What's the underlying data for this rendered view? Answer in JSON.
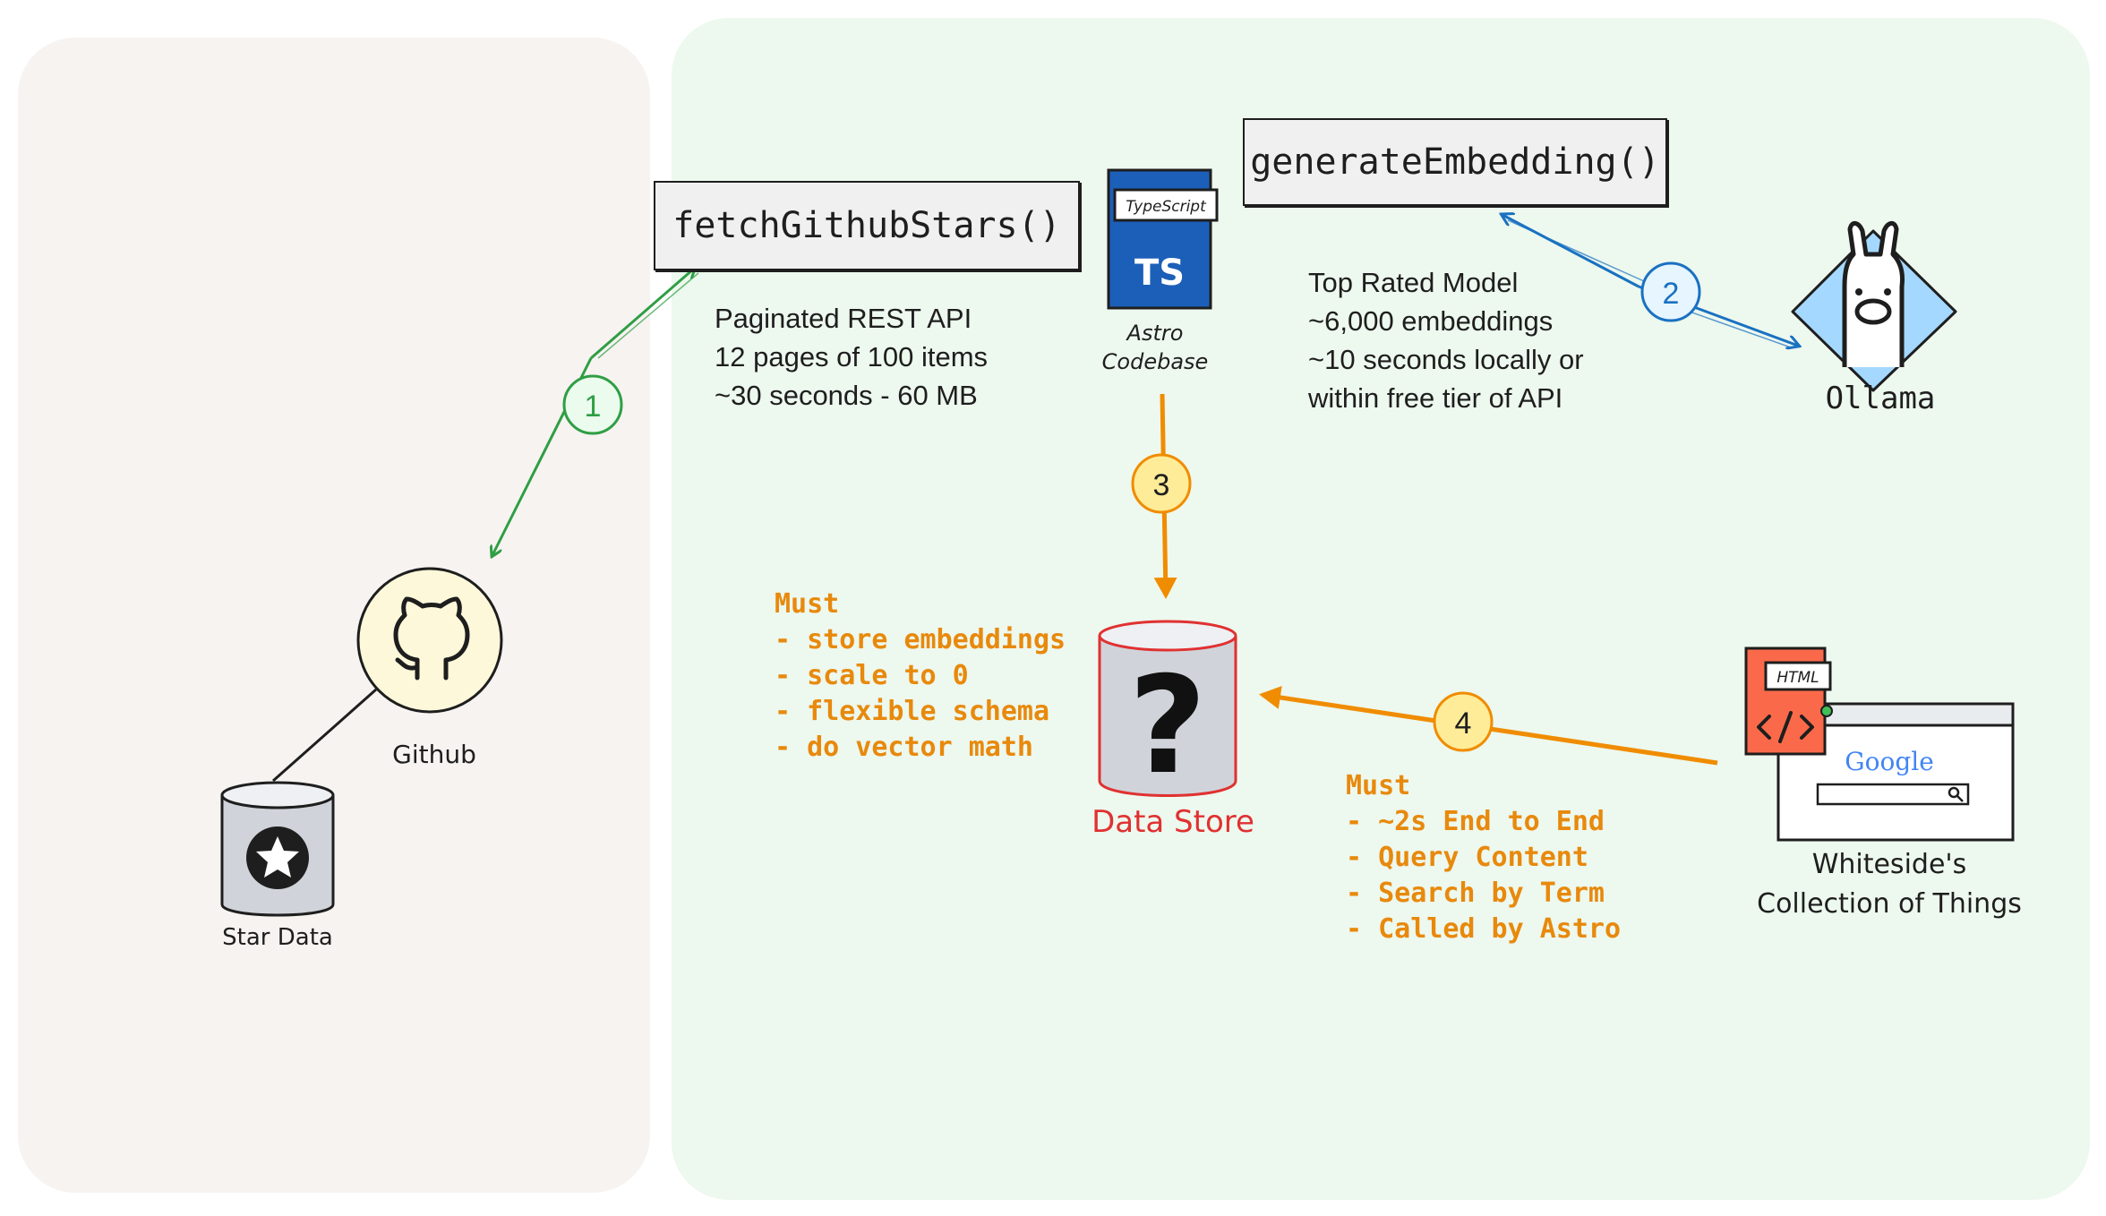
{
  "functions": {
    "fetch": "fetchGithubStars()",
    "generate": "generateEmbedding()"
  },
  "fetch_notes": [
    "Paginated REST API",
    "12 pages of 100 items",
    "~30 seconds - 60 MB"
  ],
  "model_notes": [
    "Top Rated Model",
    "~6,000 embeddings",
    "~10 seconds locally or",
    "within free tier of API"
  ],
  "store_requirements": [
    "Must",
    "- store embeddings",
    "- scale to 0",
    "- flexible schema",
    "- do vector math"
  ],
  "query_requirements": [
    "Must",
    "- ~2s End to End",
    "- Query Content",
    "- Search by Term",
    "- Called by Astro"
  ],
  "labels": {
    "github": "Github",
    "star_data": "Star Data",
    "astro_line1": "Astro",
    "astro_line2": "Codebase",
    "ollama": "Ollama",
    "data_store": "Data Store",
    "collection_line1": "Whiteside's",
    "collection_line2": "Collection of Things",
    "typescript_tag": "TypeScript",
    "ts_badge": "TS",
    "html_tag": "HTML",
    "google": "Google",
    "question": "?"
  },
  "steps": [
    "1",
    "2",
    "3",
    "4"
  ],
  "icons": [
    "github-icon",
    "star-icon",
    "typescript-icon",
    "ollama-llama-icon",
    "database-icon",
    "html-icon",
    "browser-window-icon"
  ],
  "colors": {
    "step1": "#2f9e44",
    "step2": "#1971c2",
    "step3": "#f08c00",
    "step4": "#f08c00",
    "data_store": "#e03131",
    "ts_blue": "#1c5fb8",
    "html_orange": "#fa6a4a",
    "ollama_blue": "#a5d8ff",
    "github_bg": "#fdf8da",
    "badge_yellow": "#ffec99"
  }
}
